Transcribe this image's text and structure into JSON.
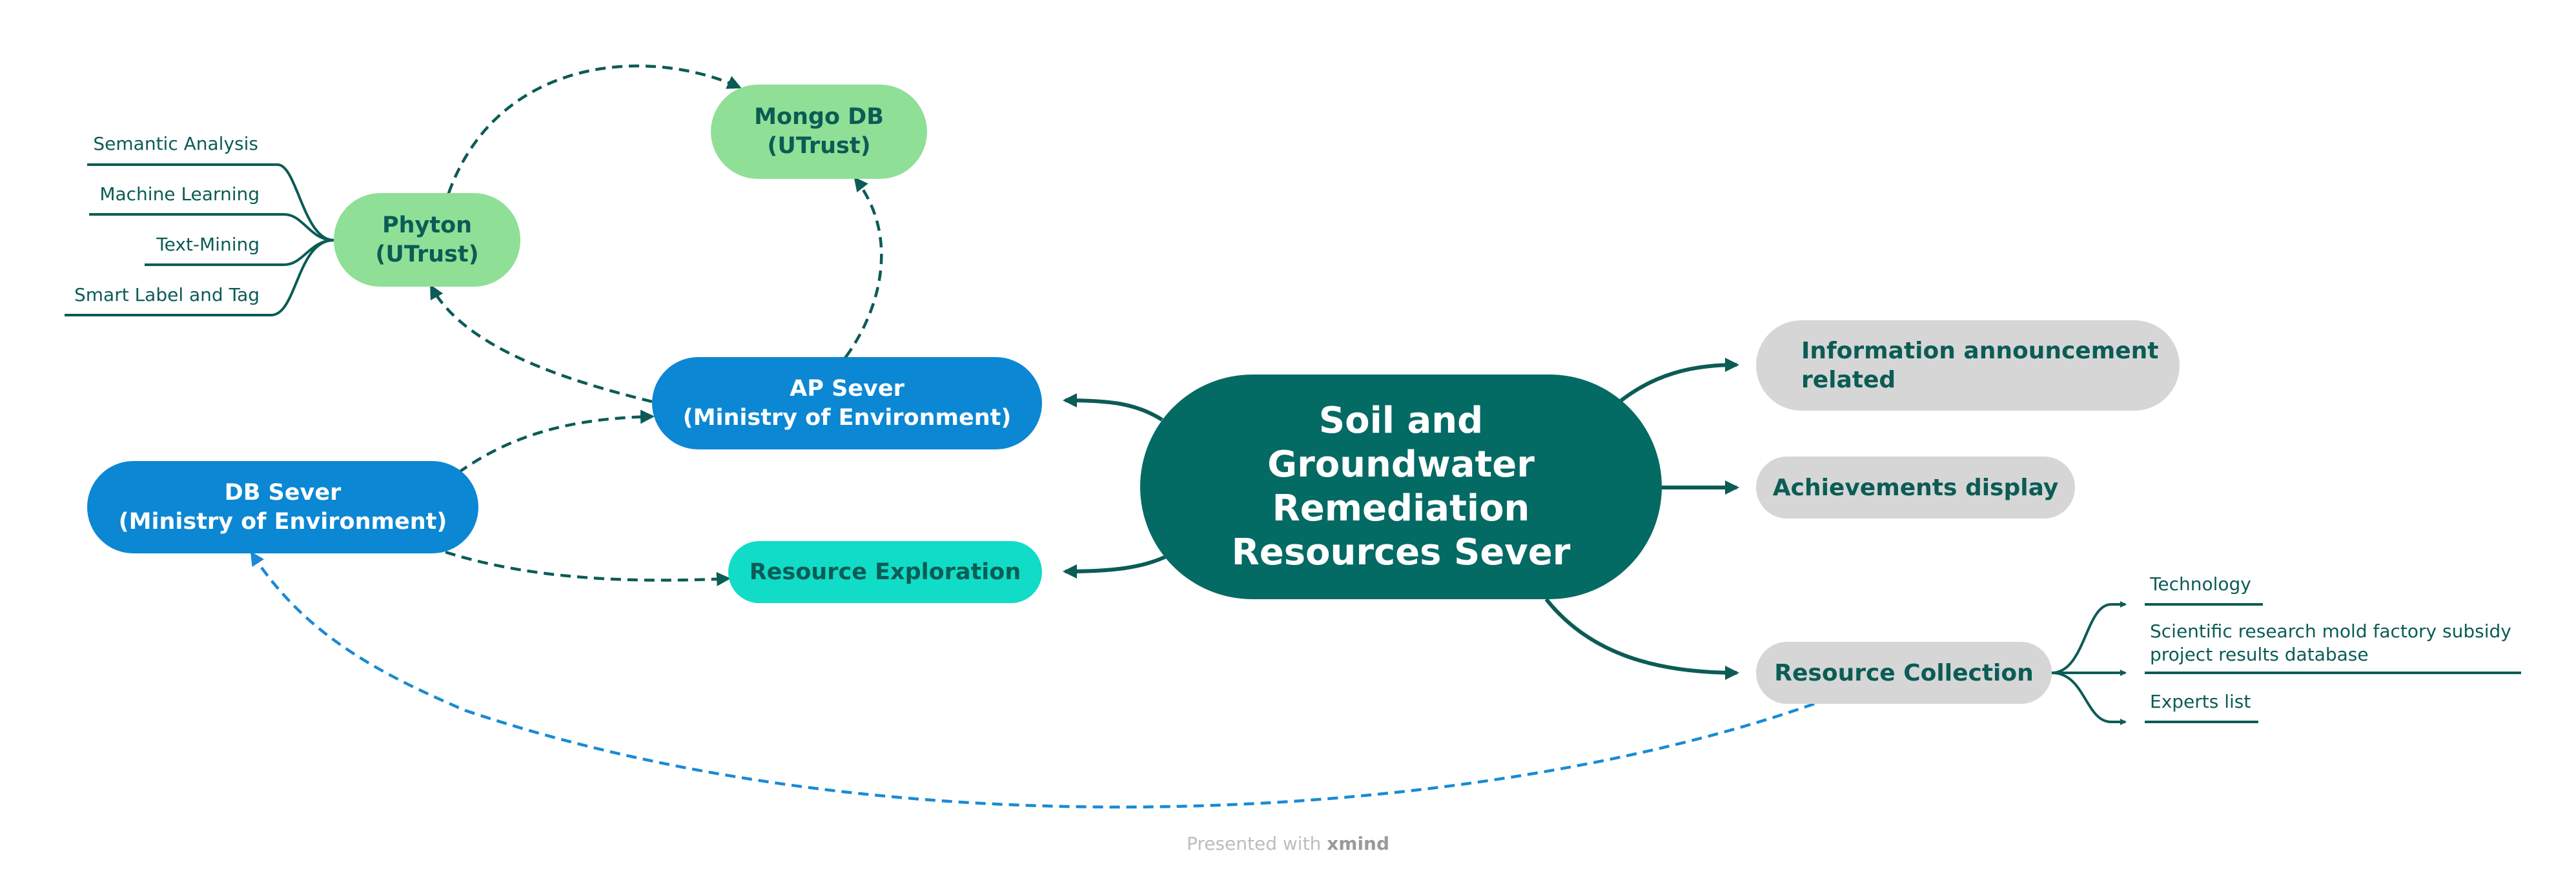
{
  "diagram": {
    "central": "Soil and\nGroundwater\nRemediation\nResources Sever",
    "left_nodes": {
      "ap_server": "AP Sever\n(Ministry of Environment)",
      "db_server": "DB Sever\n(Ministry of Environment)",
      "mongo_db": "Mongo DB\n(UTrust)",
      "phyton": "Phyton\n(UTrust)",
      "resource_exploration": "Resource Exploration"
    },
    "phyton_leaves": [
      "Semantic Analysis",
      "Machine Learning",
      "Text-Mining",
      "Smart Label and Tag"
    ],
    "right_nodes": {
      "information": "Information announcement\nrelated",
      "achievements": "Achievements display",
      "resource_collection": "Resource Collection"
    },
    "collection_leaves": [
      "Technology",
      "Scientific research mold factory subsidy\nproject results database",
      "Experts list"
    ]
  },
  "footer": {
    "prefix": "Presented with",
    "brand": "xmind"
  },
  "colors": {
    "central": "#046a64",
    "server": "#0b87d3",
    "utrust": "#8fdf97",
    "exploration": "#10dcc7",
    "category": "#d6d6d6",
    "text_dark": "#0b5c55",
    "connector": "#0b5c55",
    "dashed_blue": "#1a8ad4"
  }
}
